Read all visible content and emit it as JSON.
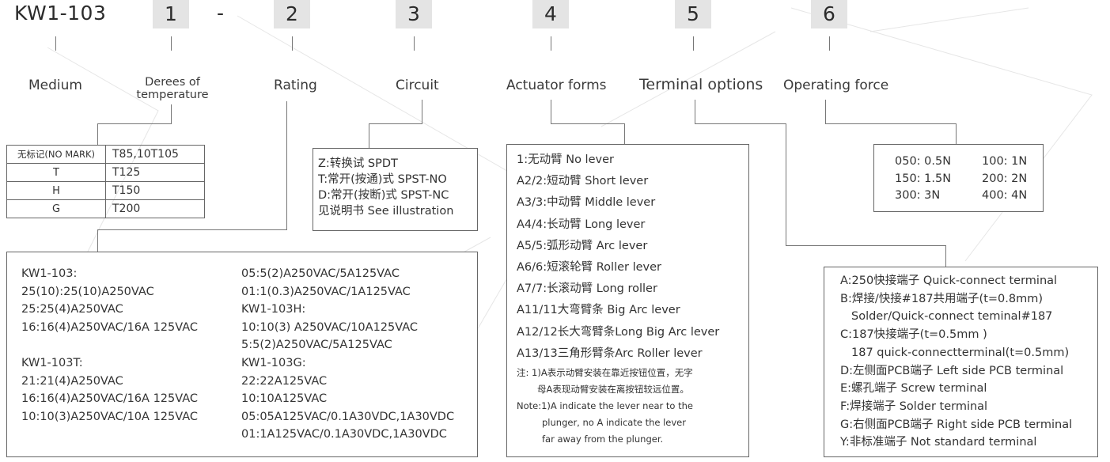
{
  "model": "KW1-103",
  "separator": "-",
  "positions": [
    "1",
    "2",
    "3",
    "4",
    "5",
    "6"
  ],
  "categories": {
    "medium": "Medium",
    "temp_line1": "Derees of",
    "temp_line2": "temperature",
    "rating": "Rating",
    "circuit": "Circuit",
    "actuator": "Actuator forms",
    "terminal": "Terminal options",
    "force": "Operating force"
  },
  "medium_table": [
    {
      "code": "无标记(NO MARK)",
      "temp": "T85,10T105"
    },
    {
      "code": "T",
      "temp": "T125"
    },
    {
      "code": "H",
      "temp": "T150"
    },
    {
      "code": "G",
      "temp": "T200"
    }
  ],
  "circuit_lines": [
    "Z:转换试 SPDT",
    "T:常开(按通)式 SPST-NO",
    "D:常开(按断)式 SPST-NC",
    "见说明书 See illustration"
  ],
  "rating_left": [
    "KW1-103:",
    "25(10):25(10)A250VAC",
    "25:25(4)A250VAC",
    "16:16(4)A250VAC/16A 125VAC",
    "",
    "KW1-103T:",
    "21:21(4)A250VAC",
    "16:16(4)A250VAC/16A 125VAC",
    "10:10(3)A250VAC/10A 125VAC"
  ],
  "rating_right": [
    "05:5(2)A250VAC/5A125VAC",
    "01:1(0.3)A250VAC/1A125VAC",
    "KW1-103H:",
    "10:10(3) A250VAC/10A125VAC",
    "5:5(2)A250VAC/5A125VAC",
    "KW1-103G:",
    "22:22A125VAC",
    "10:10A125VAC",
    "05:05A125VAC/0.1A30VDC,1A30VDC",
    "01:1A125VAC/0.1A30VDC,1A30VDC"
  ],
  "actuator_lines": [
    "1:无动臂 No lever",
    "A2/2:短动臂 Short lever",
    "A3/3:中动臂 Middle lever",
    "A4/4:长动臂 Long lever",
    "A5/5:弧形动臂 Arc lever",
    "A6/6:短滚轮臂 Roller lever",
    "A7/7:长滚动臂 Long roller",
    "A11/11大弯臂条 Big Arc lever",
    "A12/12长大弯臂条Long Big Arc lever",
    "A13/13三角形臂条Arc Roller lever"
  ],
  "actuator_notes": [
    "注: 1)A表示动臂安装在靠近按钮位置，无字",
    "母A表现动臂安装在离按钮较远位置。",
    "Note:1)A indicate the lever near to the",
    "plunger, no A indicate the lever",
    "far away from the plunger."
  ],
  "force_rows": [
    [
      "050: 0.5N",
      "100: 1N"
    ],
    [
      "150: 1.5N",
      "200: 2N"
    ],
    [
      "300: 3N",
      "400: 4N"
    ]
  ],
  "terminal_lines": [
    "A:250快接端子 Quick-connect terminal",
    "B:焊接/快接#187共用端子(t=0.8mm)",
    "Solder/Quick-connect teminal#187",
    "C:187快接端子(t=0.5mm )",
    "187 quick-connectterminal(t=0.5mm)",
    "D:左侧面PCB端子 Left side PCB terminal",
    "E:螺孔端子 Screw terminal",
    "F:焊接端子 Solder terminal",
    "G:右侧面PCB端子 Right side PCB terminal",
    "Y:非标准端子 Not standard terminal"
  ]
}
